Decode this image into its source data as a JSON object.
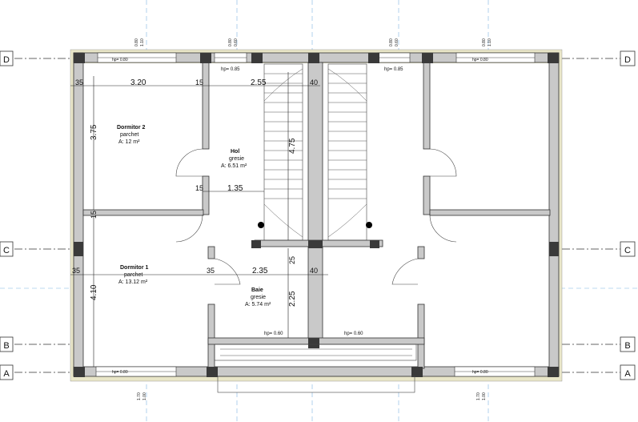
{
  "axes": {
    "d_left": "D",
    "d_right": "D",
    "c_left": "C",
    "c_right": "C",
    "b_left": "B",
    "b_right": "B",
    "a_left": "A",
    "a_right": "A"
  },
  "rooms": {
    "dormitor2": {
      "name": "Dormitor 2",
      "finish": "parchet",
      "area": "A: 12 m²"
    },
    "dormitor1": {
      "name": "Dormitor 1",
      "finish": "parchet",
      "area": "A: 13.12 m²"
    },
    "hol": {
      "name": "Hol",
      "finish": "gresie",
      "area": "A: 6.51 m²"
    },
    "baie": {
      "name": "Baie",
      "finish": "gresie",
      "area": "A: 5.74 m²"
    }
  },
  "dimensions": {
    "d_top_left_35": "35",
    "d_320": "3.20",
    "d_15a": "15",
    "d_255": "2.55",
    "d_40a": "40",
    "d_375": "3.75",
    "d_15_vert": "15",
    "d_410": "4.10",
    "d_475": "4.75",
    "d_15b": "15",
    "d_135": "1.35",
    "d_35b": "35",
    "d_35c": "35",
    "d_235": "2.35",
    "d_25": "25",
    "d_40b": "40",
    "d_225": "2.25"
  },
  "windows": {
    "hp_085_left": "hp= 0.85",
    "hp_085_right": "hp= 0.85",
    "hp_060_left": "hp= 0.60",
    "hp_060_right": "hp= 0.60",
    "w_top_1_a": "0.80",
    "w_top_1_b": "1.10",
    "w_top_2_a": "0.80",
    "w_top_2_b": "0.60",
    "w_top_3_a": "0.80",
    "w_top_3_b": "0.60",
    "w_top_4_a": "0.80",
    "w_top_4_b": "1.10",
    "w_bot_1_a": "1.70",
    "w_bot_1_b": "1.00",
    "w_bot_2_a": "1.70",
    "w_bot_2_b": "1.00",
    "hp_top_left": "hp= 0.80",
    "hp_top_right": "hp= 0.80",
    "hp_bot_left": "hp= 0.80",
    "hp_bot_right": "hp= 0.80"
  }
}
